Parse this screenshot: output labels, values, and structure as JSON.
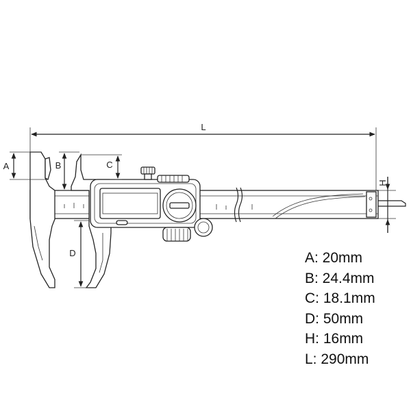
{
  "dimension_labels": {
    "A": "A",
    "B": "B",
    "C": "C",
    "D": "D",
    "H": "H",
    "L": "L"
  },
  "specs": [
    {
      "key": "A",
      "text": "A: 20mm"
    },
    {
      "key": "B",
      "text": "B: 24.4mm"
    },
    {
      "key": "C",
      "text": "C: 18.1mm"
    },
    {
      "key": "D",
      "text": "D: 50mm"
    },
    {
      "key": "H",
      "text": "H: 16mm"
    },
    {
      "key": "L",
      "text": "L: 290mm"
    }
  ],
  "colors": {
    "line": "#222222",
    "background": "#ffffff"
  }
}
